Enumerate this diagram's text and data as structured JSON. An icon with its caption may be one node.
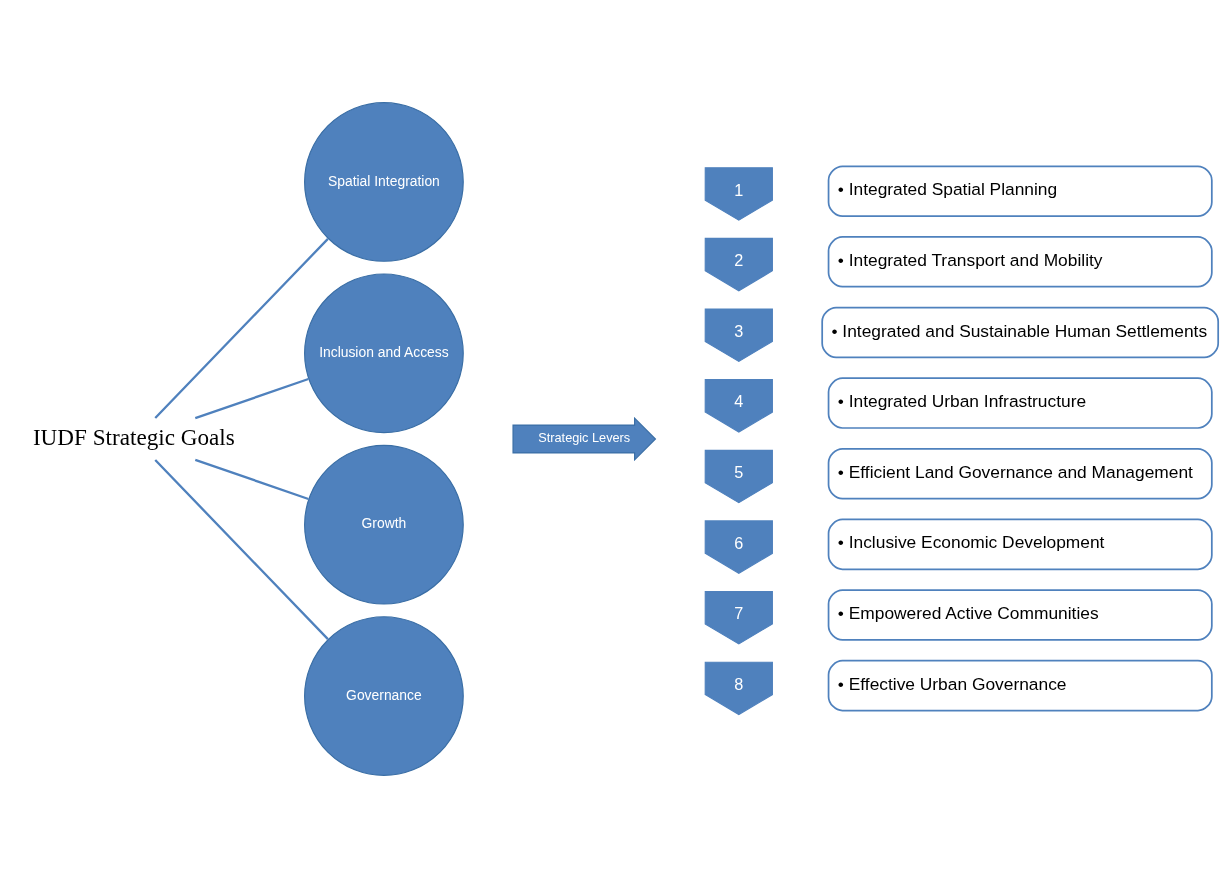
{
  "diagram": {
    "nodes": [
      {
        "text": [
          "IUDF Strategic Goals"
        ]
      },
      {
        "text": [
          "Spatial Integration"
        ]
      },
      {
        "text": [
          "Inclusion and Access"
        ]
      },
      {
        "text": [
          "Growth"
        ]
      },
      {
        "text": [
          "Governance"
        ]
      },
      {
        "text": [
          "Strategic Levers"
        ]
      },
      {
        "text": [
          "1"
        ]
      },
      {
        "text": [
          "• Integrated Spatial Planning"
        ]
      },
      {
        "text": [
          "2"
        ]
      },
      {
        "text": [
          "• Integrated Transport and Mobility"
        ]
      },
      {
        "text": [
          "3"
        ]
      },
      {
        "text": [
          "• Integrated and Sustainable Human Settlements"
        ]
      },
      {
        "text": [
          "4"
        ]
      },
      {
        "text": [
          "• Integrated Urban Infrastructure"
        ]
      },
      {
        "text": [
          "5"
        ]
      },
      {
        "text": [
          "• Efficient Land Governance and Management"
        ]
      },
      {
        "text": [
          "6"
        ]
      },
      {
        "text": [
          "• Inclusive Economic Development"
        ]
      },
      {
        "text": [
          "7"
        ]
      },
      {
        "text": [
          "• Empowered Active Communities"
        ]
      },
      {
        "text": [
          "8"
        ]
      },
      {
        "text": [
          "• Effective Urban Governance"
        ]
      }
    ],
    "edges": [
      {
        "from": 0,
        "to": 1,
        "arrow": "none"
      },
      {
        "from": 0,
        "to": 2,
        "arrow": "none"
      },
      {
        "from": 0,
        "to": 3,
        "arrow": "none"
      },
      {
        "from": 0,
        "to": 4,
        "arrow": "none"
      }
    ]
  }
}
